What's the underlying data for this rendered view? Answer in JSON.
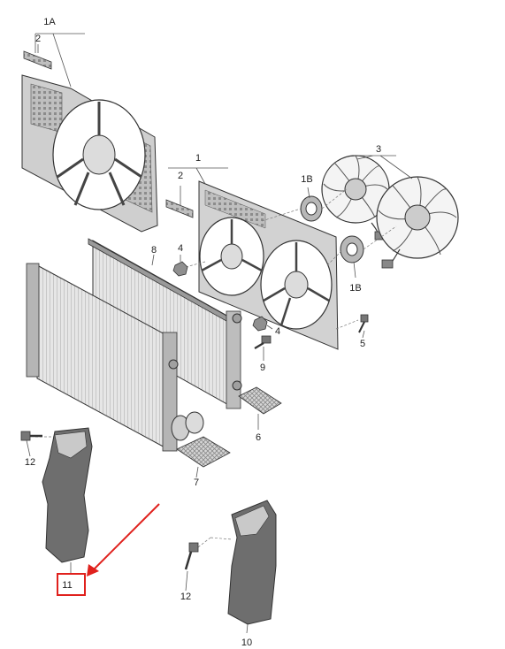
{
  "callouts": {
    "c1A": "1A",
    "c2a": "2",
    "c1": "1",
    "c2b": "2",
    "c3": "3",
    "c1Ba": "1B",
    "c1Bb": "1B",
    "c8": "8",
    "c4a": "4",
    "c4b": "4",
    "c5": "5",
    "c9": "9",
    "c6": "6",
    "c7": "7",
    "c12a": "12",
    "c12b": "12",
    "c11": "11",
    "c10": "10"
  },
  "highlight": {
    "color": "#e0211d",
    "target": "11"
  }
}
